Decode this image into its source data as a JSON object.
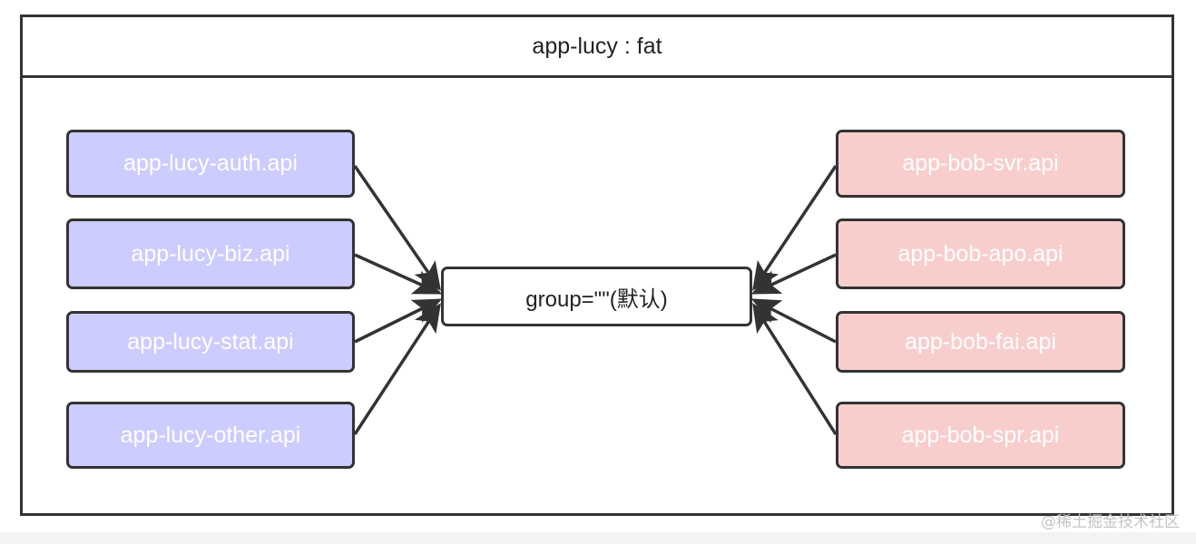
{
  "container": {
    "title": "app-lucy : fat"
  },
  "center_node": {
    "label": "group=\"\"(默认)"
  },
  "left_nodes": [
    {
      "label": "app-lucy-auth.api"
    },
    {
      "label": "app-lucy-biz.api"
    },
    {
      "label": "app-lucy-stat.api"
    },
    {
      "label": "app-lucy-other.api"
    }
  ],
  "right_nodes": [
    {
      "label": "app-bob-svr.api"
    },
    {
      "label": "app-bob-apo.api"
    },
    {
      "label": "app-bob-fai.api"
    },
    {
      "label": "app-bob-spr.api"
    }
  ],
  "colors": {
    "left_fill": "#ccccff",
    "right_fill": "#f8cecc",
    "stroke": "#333333"
  },
  "watermark": "@稀土掘金技术社区"
}
